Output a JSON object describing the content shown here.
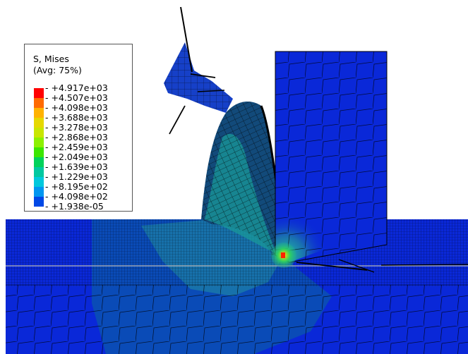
{
  "legend": {
    "variable": "S, Mises",
    "averaging": "(Avg: 75%)",
    "levels": [
      "+4.917e+03",
      "+4.507e+03",
      "+4.098e+03",
      "+3.688e+03",
      "+3.278e+03",
      "+2.868e+03",
      "+2.459e+03",
      "+2.049e+03",
      "+1.639e+03",
      "+1.229e+03",
      "+8.195e+02",
      "+4.098e+02",
      "+1.938e-05"
    ],
    "colors": [
      "#ff0000",
      "#ff6a00",
      "#ffb200",
      "#e6d800",
      "#c8e600",
      "#8cf000",
      "#3ce600",
      "#00d25a",
      "#00c8a0",
      "#00c8dc",
      "#0096f0",
      "#0048e6"
    ]
  },
  "palette": {
    "background": "#ffffff",
    "base_stress": "#0a28d8",
    "mid_stress": "#0a4fb4",
    "chip_stress": "#124a7a",
    "shear_zone": "#1a9a9a",
    "hot_spot": "#ff2200",
    "mesh_lines": "#000000"
  }
}
